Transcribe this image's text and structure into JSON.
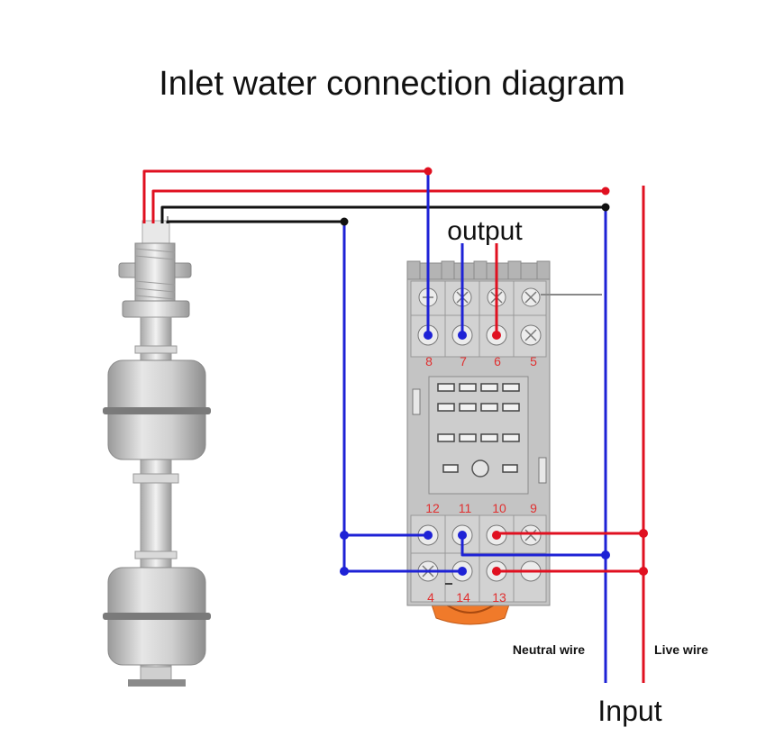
{
  "title": "Inlet water connection diagram",
  "labels": {
    "output": "output",
    "input": "Input",
    "neutral_wire": "Neutral wire",
    "live_wire": "Live wire"
  },
  "terminals": {
    "top": [
      "8",
      "7",
      "6",
      "5"
    ],
    "bottom_upper": [
      "12",
      "11",
      "10",
      "9"
    ],
    "bottom_lower": [
      "4",
      "14",
      "13"
    ]
  },
  "colors": {
    "blue": "#1e22d6",
    "red": "#e01020",
    "black": "#111111",
    "relay_base": "#c4c4c4",
    "float_body": "#bdbdbd",
    "orange_clip": "#f07a2a",
    "terminal_label": "#e03030"
  }
}
